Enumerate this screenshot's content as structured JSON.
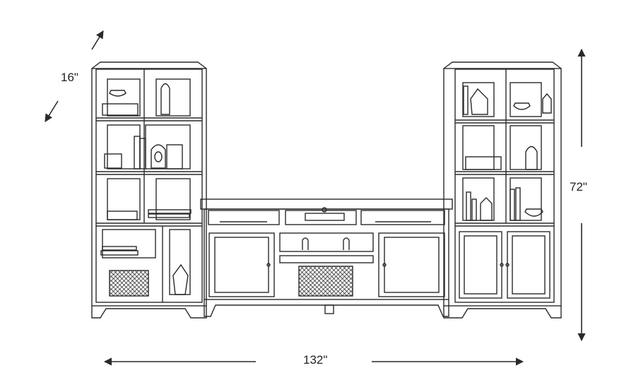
{
  "dimensions": {
    "depth": "16\"",
    "height": "72\"",
    "width": "132\""
  },
  "colors": {
    "line": "#2a2a2a",
    "fill": "#ffffff",
    "accent_fill": "#d8d8d8"
  }
}
